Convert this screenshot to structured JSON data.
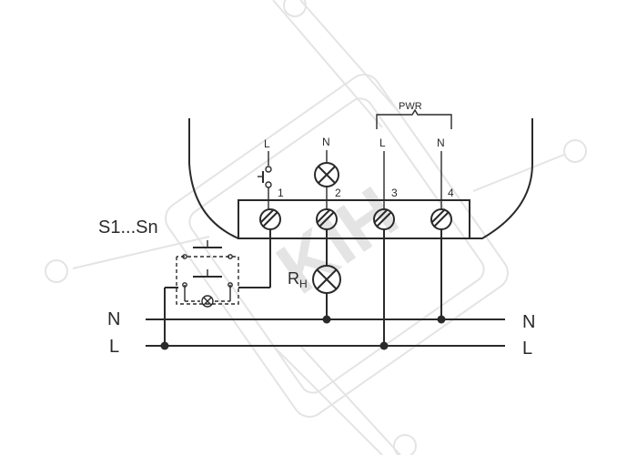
{
  "watermark": {
    "text": "KIH"
  },
  "labels": {
    "s_range": "S1...Sn",
    "rh": "R",
    "rh_sub": "H",
    "pwr": "PWR",
    "left_n": "N",
    "left_l": "L",
    "right_n": "N",
    "right_l": "L"
  },
  "terminals": [
    {
      "number": "1",
      "top_label": "L"
    },
    {
      "number": "2",
      "top_label": "N"
    },
    {
      "number": "3",
      "top_label": "L"
    },
    {
      "number": "4",
      "top_label": "N"
    }
  ],
  "colors": {
    "ink": "#2a2a2a",
    "watermark": "#e4e4e4",
    "background": "#ffffff"
  }
}
